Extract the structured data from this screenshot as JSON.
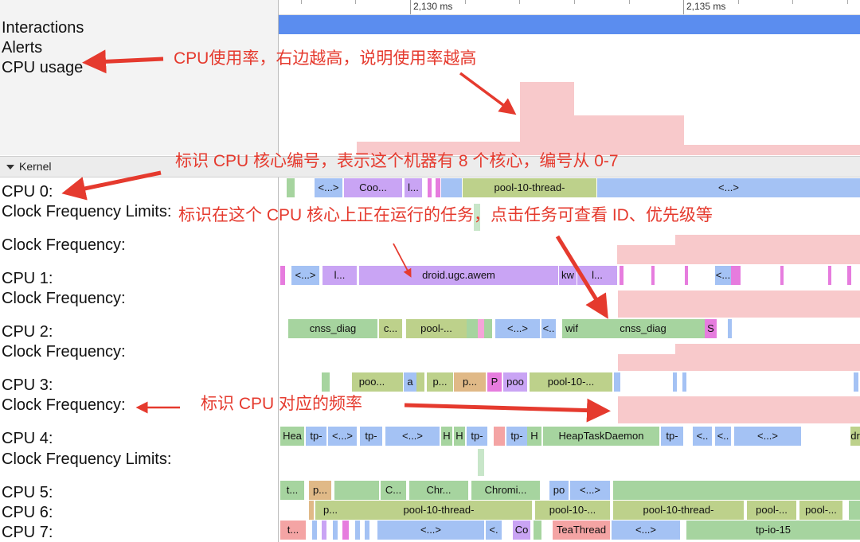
{
  "ruler": {
    "tick1": "2,130 ms",
    "tick2": "2,135 ms"
  },
  "tracks": {
    "interactions": "Interactions",
    "alerts": "Alerts",
    "cpu_usage": "CPU usage",
    "kernel": "Kernel",
    "cpu0": "CPU 0:",
    "cpu0_limits": "Clock Frequency Limits:",
    "cpu0_freq": "Clock Frequency:",
    "cpu1": "CPU 1:",
    "cpu1_freq": "Clock Frequency:",
    "cpu2": "CPU 2:",
    "cpu2_freq": "Clock Frequency:",
    "cpu3": "CPU 3:",
    "cpu3_freq": "Clock Frequency:",
    "cpu4": "CPU 4:",
    "cpu4_limits": "Clock Frequency Limits:",
    "cpu5": "CPU 5:",
    "cpu6": "CPU 6:",
    "cpu7": "CPU 7:"
  },
  "annotations": {
    "a1": "CPU使用率，右边越高，说明使用率越高",
    "a2": "标识 CPU 核心编号，表示这个机器有 8 个核心，编号从 0-7",
    "a3": "标识在这个 CPU 核心上正在运行的任务，点击任务可查看 ID、优先级等",
    "a4": "标识 CPU 对应的频率"
  },
  "slices": {
    "cpu0": [
      "<...>",
      "Coo...",
      "l...",
      "pool-10-thread-",
      "<...>"
    ],
    "cpu1": [
      "<...>",
      "l...",
      "droid.ugc.awem",
      "kw",
      "l...",
      "<..."
    ],
    "cpu2": [
      "cnss_diag",
      "c...",
      "pool-...",
      "<...>",
      "<..",
      "wif",
      "cnss_diag",
      "S"
    ],
    "cpu3": [
      "poo...",
      "a",
      "p...",
      "p...",
      "P",
      "poo",
      "pool-10-..."
    ],
    "cpu4": [
      "Hea",
      "tp-",
      "<...>",
      "tp-",
      "<...>",
      "H",
      "H",
      "tp-",
      "tp-",
      "H",
      "HeapTaskDaemon",
      "tp-",
      "<..",
      "<..",
      "<...>",
      "dr"
    ],
    "cpu5": [
      "t...",
      "p...",
      "C...",
      "Chr...",
      "Chromi...",
      "po",
      "<...>"
    ],
    "cpu6": [
      "p...",
      "pool-10-thread-",
      "pool-10-...",
      "pool-10-thread-",
      "pool-...",
      "pool-..."
    ],
    "cpu7": [
      "t...",
      "<...>",
      "<.",
      "Co",
      "TeaThread",
      "<...>",
      "tp-io-15"
    ]
  },
  "colors": {
    "interactions": "#5b8def",
    "usage": "#f8c9cb",
    "annotation": "#e53a2e",
    "green": "#a6d49f",
    "olive": "#bdd18b",
    "blue": "#a4c2f4",
    "purple": "#c9a4f4",
    "tan": "#e0b987",
    "pink": "#f4a4d8",
    "magenta": "#e67cde"
  }
}
